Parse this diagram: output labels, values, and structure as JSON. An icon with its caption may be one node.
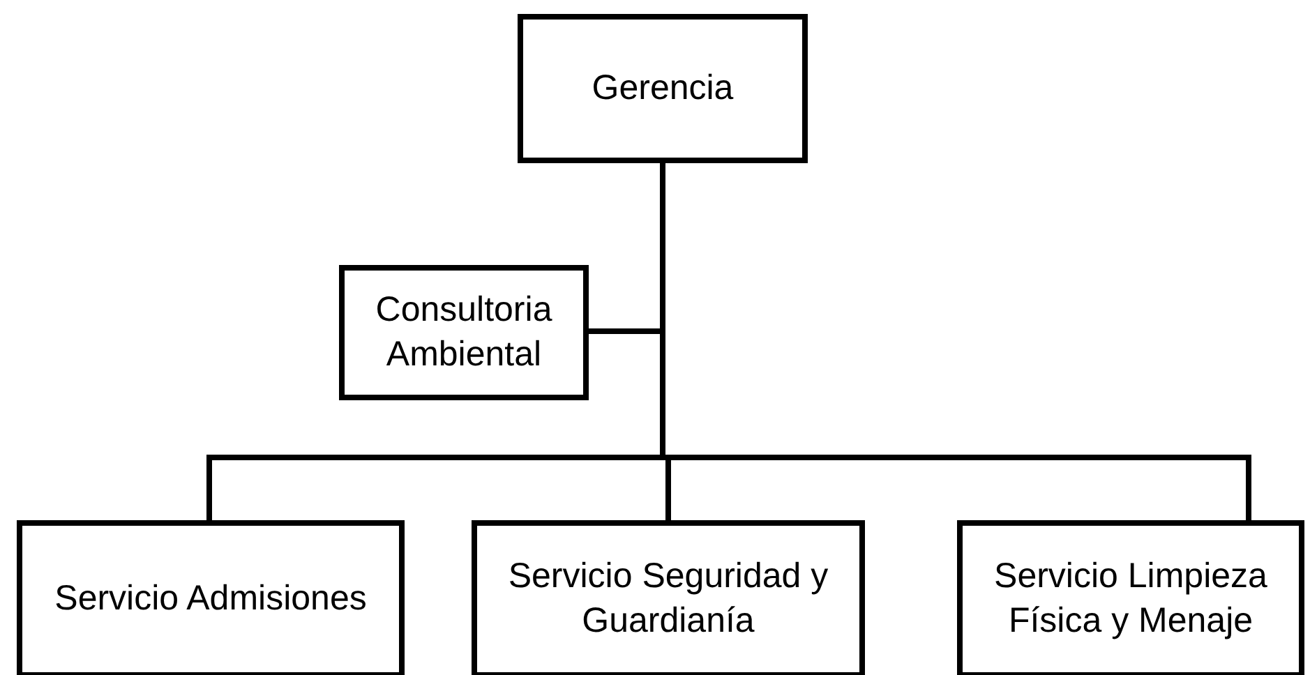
{
  "diagram": {
    "nodes": [
      {
        "text": [
          "Gerencia"
        ]
      },
      {
        "text": [
          "Consultoria Ambiental"
        ]
      },
      {
        "text": [
          "Servicio Admisiones"
        ]
      },
      {
        "text": [
          "Servicio Seguridad y Guardianía"
        ]
      },
      {
        "text": [
          "Servicio Limpieza Física y Menaje"
        ]
      }
    ],
    "edges": [
      {
        "from": 0,
        "to": 1,
        "arrow": "none"
      },
      {
        "from": 0,
        "to": 2,
        "arrow": "none"
      },
      {
        "from": 0,
        "to": 3,
        "arrow": "none"
      },
      {
        "from": 0,
        "to": 4,
        "arrow": "none"
      }
    ]
  }
}
